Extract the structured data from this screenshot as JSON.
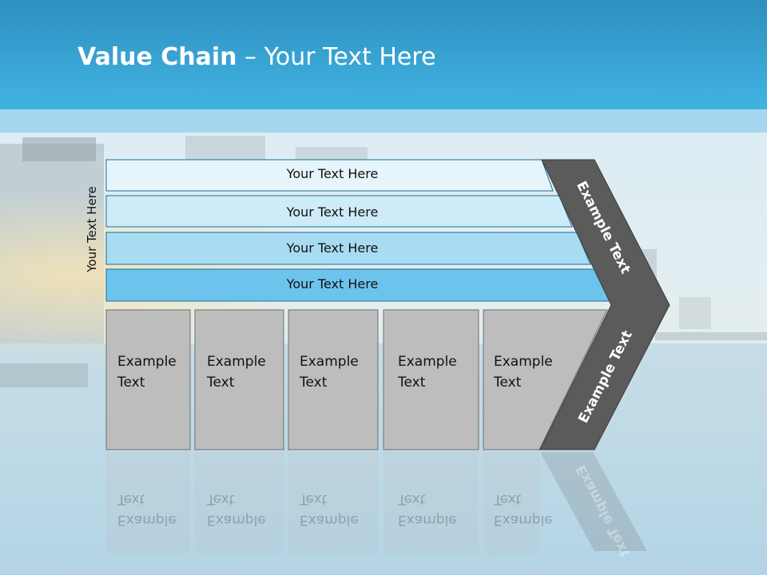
{
  "header": {
    "title_bold": "Value Chain",
    "title_rest": " – Your Text Here"
  },
  "side_label": "Your Text Here",
  "rows": [
    {
      "label": "Your Text Here"
    },
    {
      "label": "Your Text Here"
    },
    {
      "label": "Your Text Here"
    },
    {
      "label": "Your Text Here"
    }
  ],
  "cells": [
    {
      "line1": "Example",
      "line2": "Text"
    },
    {
      "line1": "Example",
      "line2": "Text"
    },
    {
      "line1": "Example",
      "line2": "Text"
    },
    {
      "line1": "Example",
      "line2": "Text"
    },
    {
      "line1": "Example",
      "line2": "Text"
    }
  ],
  "arrow": {
    "top_label": "Example Text",
    "bottom_label": "Example Text"
  },
  "colors": {
    "header": "#41b4e2",
    "row1": "#e6f5fc",
    "row2": "#cdebf8",
    "row3": "#a8dcf3",
    "row4": "#6cc4ec",
    "cell": "#bdbdbd",
    "arrow": "#5b5b5b"
  }
}
